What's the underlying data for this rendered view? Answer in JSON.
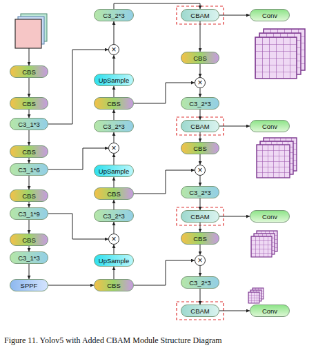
{
  "diagram": {
    "caption": "Figure 11. Yolov5 with Added CBAM Module Structure Diagram",
    "nodes": [
      {
        "text": [
          "CBS"
        ]
      },
      {
        "text": [
          "CBS"
        ]
      },
      {
        "text": [
          "C3_1*3"
        ]
      },
      {
        "text": [
          "CBS"
        ]
      },
      {
        "text": [
          "C3_1*6"
        ]
      },
      {
        "text": [
          "CBS"
        ]
      },
      {
        "text": [
          "C3_1*9"
        ]
      },
      {
        "text": [
          "CBS"
        ]
      },
      {
        "text": [
          "C3_1*3"
        ]
      },
      {
        "text": [
          "SPPF"
        ]
      },
      {
        "text": [
          "C3_2*3"
        ]
      },
      {
        "text": [
          "×"
        ]
      },
      {
        "text": [
          "UpSample"
        ]
      },
      {
        "text": [
          "CBS"
        ]
      },
      {
        "text": [
          "C3_2*3"
        ]
      },
      {
        "text": [
          "×"
        ]
      },
      {
        "text": [
          "UpSample"
        ]
      },
      {
        "text": [
          "CBS"
        ]
      },
      {
        "text": [
          "C3_2*3"
        ]
      },
      {
        "text": [
          "×"
        ]
      },
      {
        "text": [
          "UpSample"
        ]
      },
      {
        "text": [
          "CBS"
        ]
      },
      {
        "text": [
          "CBAM"
        ]
      },
      {
        "text": [
          "CBS"
        ]
      },
      {
        "text": [
          "×"
        ]
      },
      {
        "text": [
          "C3_2*3"
        ]
      },
      {
        "text": [
          "CBAM"
        ]
      },
      {
        "text": [
          "CBS"
        ]
      },
      {
        "text": [
          "×"
        ]
      },
      {
        "text": [
          "C3_2*3"
        ]
      },
      {
        "text": [
          "CBAM"
        ]
      },
      {
        "text": [
          "CBS"
        ]
      },
      {
        "text": [
          "×"
        ]
      },
      {
        "text": [
          "C3_2*3"
        ]
      },
      {
        "text": [
          "CBAM"
        ]
      },
      {
        "text": [
          "Conv"
        ]
      },
      {
        "text": [
          "Conv"
        ]
      },
      {
        "text": [
          "Conv"
        ]
      },
      {
        "text": [
          "Conv"
        ]
      }
    ],
    "edges": [
      {
        "from": 0,
        "to": 1,
        "arrow": "to"
      },
      {
        "from": 1,
        "to": 2,
        "arrow": "to"
      },
      {
        "from": 2,
        "to": 3,
        "arrow": "to"
      },
      {
        "from": 3,
        "to": 4,
        "arrow": "to"
      },
      {
        "from": 4,
        "to": 5,
        "arrow": "to"
      },
      {
        "from": 5,
        "to": 6,
        "arrow": "to"
      },
      {
        "from": 6,
        "to": 7,
        "arrow": "to"
      },
      {
        "from": 7,
        "to": 8,
        "arrow": "to"
      },
      {
        "from": 8,
        "to": 9,
        "arrow": "to"
      },
      {
        "from": 9,
        "to": 21,
        "arrow": "to"
      },
      {
        "from": 21,
        "to": 20,
        "arrow": "to"
      },
      {
        "from": 20,
        "to": 19,
        "arrow": "to"
      },
      {
        "from": 19,
        "to": 18,
        "arrow": "to"
      },
      {
        "from": 18,
        "to": 17,
        "arrow": "to"
      },
      {
        "from": 17,
        "to": 16,
        "arrow": "to"
      },
      {
        "from": 16,
        "to": 15,
        "arrow": "to"
      },
      {
        "from": 15,
        "to": 14,
        "arrow": "to"
      },
      {
        "from": 14,
        "to": 13,
        "arrow": "to"
      },
      {
        "from": 13,
        "to": 12,
        "arrow": "to"
      },
      {
        "from": 12,
        "to": 11,
        "arrow": "to"
      },
      {
        "from": 11,
        "to": 10,
        "arrow": "to"
      },
      {
        "from": 2,
        "to": 11,
        "arrow": "to"
      },
      {
        "from": 4,
        "to": 15,
        "arrow": "to"
      },
      {
        "from": 6,
        "to": 19,
        "arrow": "to"
      },
      {
        "from": 10,
        "to": 22,
        "arrow": "to"
      },
      {
        "from": 22,
        "to": 23,
        "arrow": "to"
      },
      {
        "from": 23,
        "to": 24,
        "arrow": "to"
      },
      {
        "from": 24,
        "to": 25,
        "arrow": "to"
      },
      {
        "from": 25,
        "to": 26,
        "arrow": "to"
      },
      {
        "from": 26,
        "to": 27,
        "arrow": "to"
      },
      {
        "from": 27,
        "to": 28,
        "arrow": "to"
      },
      {
        "from": 28,
        "to": 29,
        "arrow": "to"
      },
      {
        "from": 29,
        "to": 30,
        "arrow": "to"
      },
      {
        "from": 30,
        "to": 31,
        "arrow": "to"
      },
      {
        "from": 31,
        "to": 32,
        "arrow": "to"
      },
      {
        "from": 32,
        "to": 33,
        "arrow": "to"
      },
      {
        "from": 33,
        "to": 34,
        "arrow": "to"
      },
      {
        "from": 13,
        "to": 24,
        "arrow": "to"
      },
      {
        "from": 17,
        "to": 28,
        "arrow": "to"
      },
      {
        "from": 21,
        "to": 32,
        "arrow": "to"
      },
      {
        "from": 22,
        "to": 35,
        "arrow": "to"
      },
      {
        "from": 26,
        "to": 36,
        "arrow": "to"
      },
      {
        "from": 30,
        "to": 37,
        "arrow": "to"
      },
      {
        "from": 34,
        "to": 38,
        "arrow": "to"
      }
    ]
  }
}
